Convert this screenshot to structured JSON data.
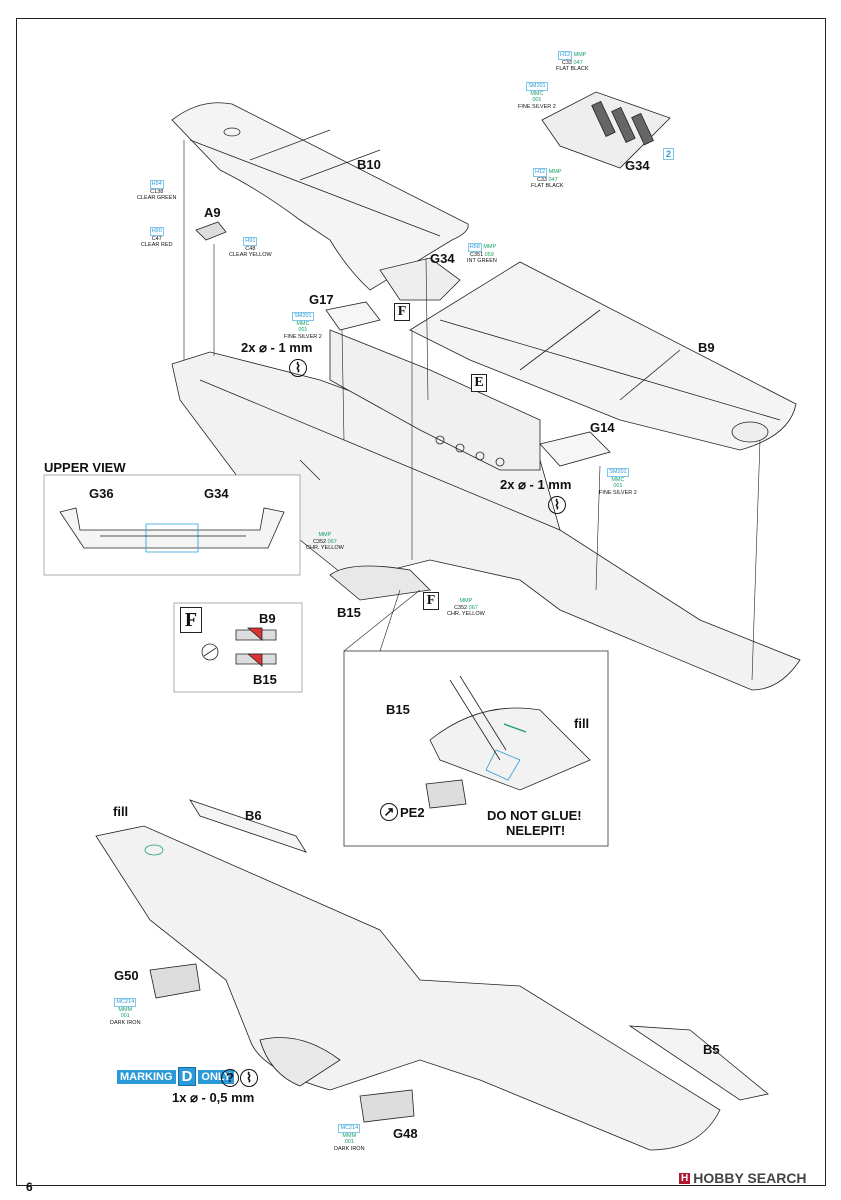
{
  "page_number": "6",
  "watermark": {
    "logo": "H",
    "text": "HOBBY SEARCH"
  },
  "parts": {
    "b10": "B10",
    "b9": "B9",
    "b15": "B15",
    "b6": "B6",
    "b5": "B5",
    "a9": "A9",
    "g34_top": "G34",
    "g34_mid": "G34",
    "g17": "G17",
    "g14": "G14",
    "g36": "G36",
    "g34_upper": "G34",
    "g50": "G50",
    "g48": "G48",
    "callout_2": "2",
    "inset_b9": "B9",
    "inset_b15": "B15",
    "detail_b15": "B15",
    "pe2": "PE2"
  },
  "callouts": {
    "f1": "F",
    "e": "E",
    "f2": "F",
    "f_inset": "F"
  },
  "drill": {
    "upper": "2x ⌀ - 1 mm",
    "mid": "2x ⌀ - 1 mm",
    "lower": "1x ⌀ - 0,5 mm"
  },
  "drill_icon": "⌇",
  "upper_view": "UPPER VIEW",
  "fill_labels": {
    "detail": "fill",
    "lower": "fill"
  },
  "warning": {
    "line1": "DO NOT GLUE!",
    "line2": "NELEPIT!"
  },
  "marking": {
    "prefix": "MARKING",
    "letter": "D",
    "suffix": "ONLY"
  },
  "help_icon": "?",
  "paints": {
    "p1": {
      "hx": "H12",
      "mm": "MMP",
      "cn": "C33",
      "mm2": "047",
      "name": "FLAT BLACK"
    },
    "p2": {
      "hx": "SM201",
      "mm": "MMC",
      "cn": "",
      "mm2": "001",
      "name": "FINE SILVER 2"
    },
    "p3": {
      "hx": "H12",
      "mm": "MMP",
      "cn": "C33",
      "mm2": "047",
      "name": "FLAT BLACK"
    },
    "p4": {
      "hx": "H94",
      "mm": "",
      "cn": "C138",
      "mm2": "",
      "name": "CLEAR GREEN"
    },
    "p5": {
      "hx": "H90",
      "mm": "",
      "cn": "C47",
      "mm2": "",
      "name": "CLEAR RED"
    },
    "p6": {
      "hx": "H91",
      "mm": "",
      "cn": "C48",
      "mm2": "",
      "name": "CLEAR YELLOW"
    },
    "p7": {
      "hx": "H58",
      "mm": "MMP",
      "cn": "C351",
      "mm2": "059",
      "name": "INT GREEN"
    },
    "p8": {
      "hx": "SM201",
      "mm": "MMC",
      "cn": "",
      "mm2": "001",
      "name": "FINE SILVER 2"
    },
    "p9": {
      "hx": "SM201",
      "mm": "MMC",
      "cn": "",
      "mm2": "001",
      "name": "FINE SILVER 2"
    },
    "p10": {
      "hx": "",
      "mm": "MMP",
      "cn": "C352",
      "mm2": "067",
      "name": "CHR. YELLOW"
    },
    "p11": {
      "hx": "",
      "mm": "MMP",
      "cn": "C352",
      "mm2": "067",
      "name": "CHR. YELLOW"
    },
    "p12": {
      "hx": "MC214",
      "mm": "MMM",
      "cn": "",
      "mm2": "001",
      "name": "DARK IRON"
    },
    "p13": {
      "hx": "MC214",
      "mm": "MMM",
      "cn": "",
      "mm2": "001",
      "name": "DARK IRON"
    }
  },
  "colors": {
    "blue": "#2a9bd8",
    "green": "#1aa06a",
    "red": "#b3172f"
  }
}
